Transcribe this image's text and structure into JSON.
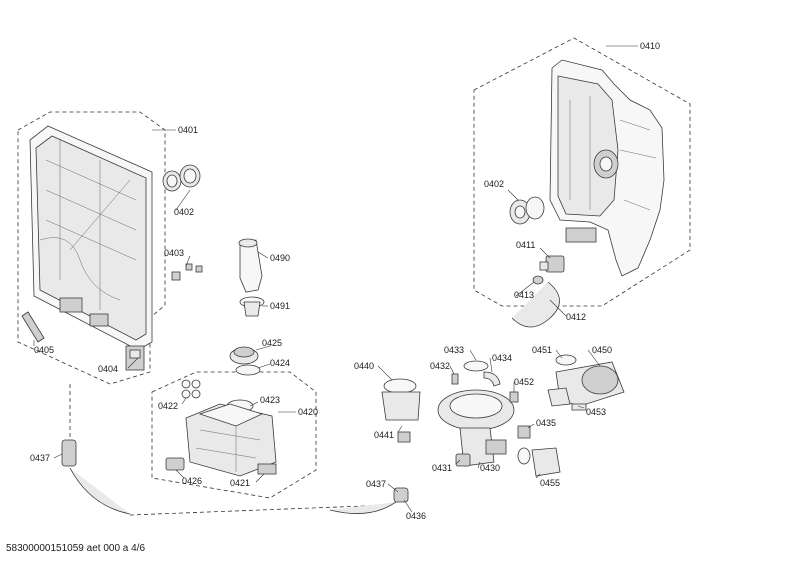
{
  "labels": {
    "l0401": "0401",
    "l0402a": "0402",
    "l0403": "0403",
    "l0404": "0404",
    "l0405": "0405",
    "l0410": "0410",
    "l0402b": "0402",
    "l0411": "0411",
    "l0412": "0412",
    "l0413": "0413",
    "l0420": "0420",
    "l0421": "0421",
    "l0422": "0422",
    "l0423": "0423",
    "l0424": "0424",
    "l0425": "0425",
    "l0426": "0426",
    "l0430": "0430",
    "l0431": "0431",
    "l0432": "0432",
    "l0433": "0433",
    "l0434": "0434",
    "l0435": "0435",
    "l0436": "0436",
    "l0437a": "0437",
    "l0437b": "0437",
    "l0440": "0440",
    "l0441": "0441",
    "l0450": "0450",
    "l0451": "0451",
    "l0452": "0452",
    "l0453": "0453",
    "l0455": "0455",
    "l0490": "0490",
    "l0491": "0491"
  },
  "footer": {
    "code": "58300000151059 aet 000 a 4/6"
  }
}
